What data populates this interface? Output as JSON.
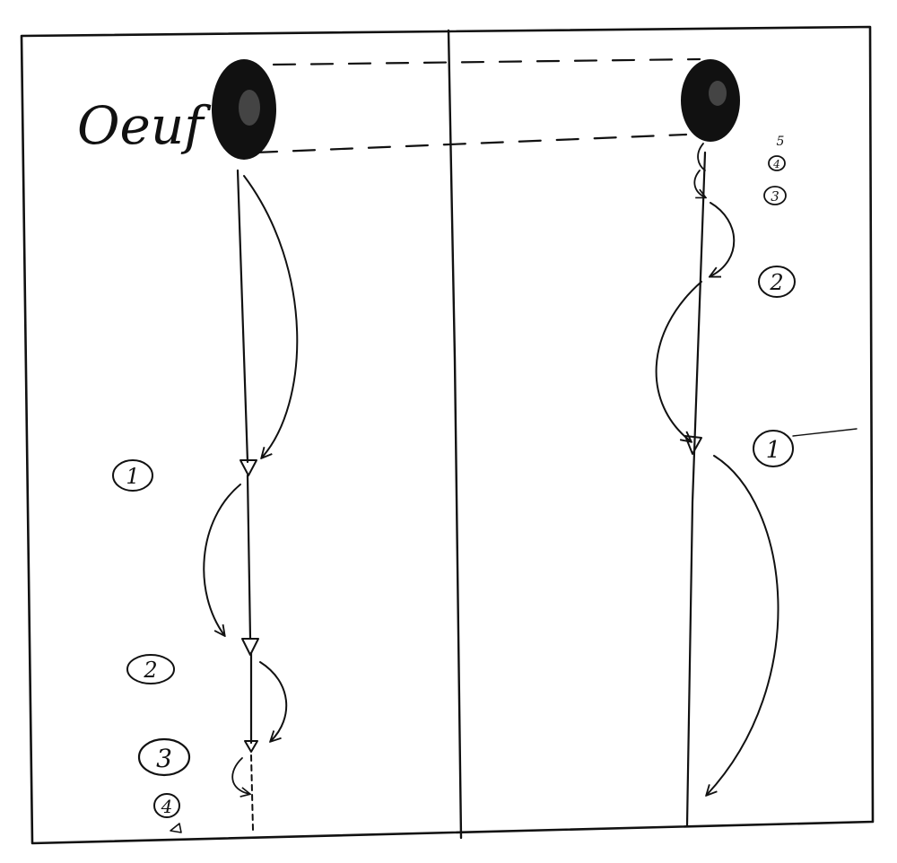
{
  "colors": {
    "ink": "#111111",
    "paper": "#ffffff"
  },
  "left_panel": {
    "label": "Oeuf",
    "steps": [
      {
        "label": "1"
      },
      {
        "label": "2"
      },
      {
        "label": "3"
      },
      {
        "label": "4"
      }
    ]
  },
  "right_panel": {
    "steps": [
      {
        "label": "1"
      },
      {
        "label": "2"
      },
      {
        "label": "3"
      },
      {
        "label": "4"
      },
      {
        "label": "5"
      }
    ]
  }
}
